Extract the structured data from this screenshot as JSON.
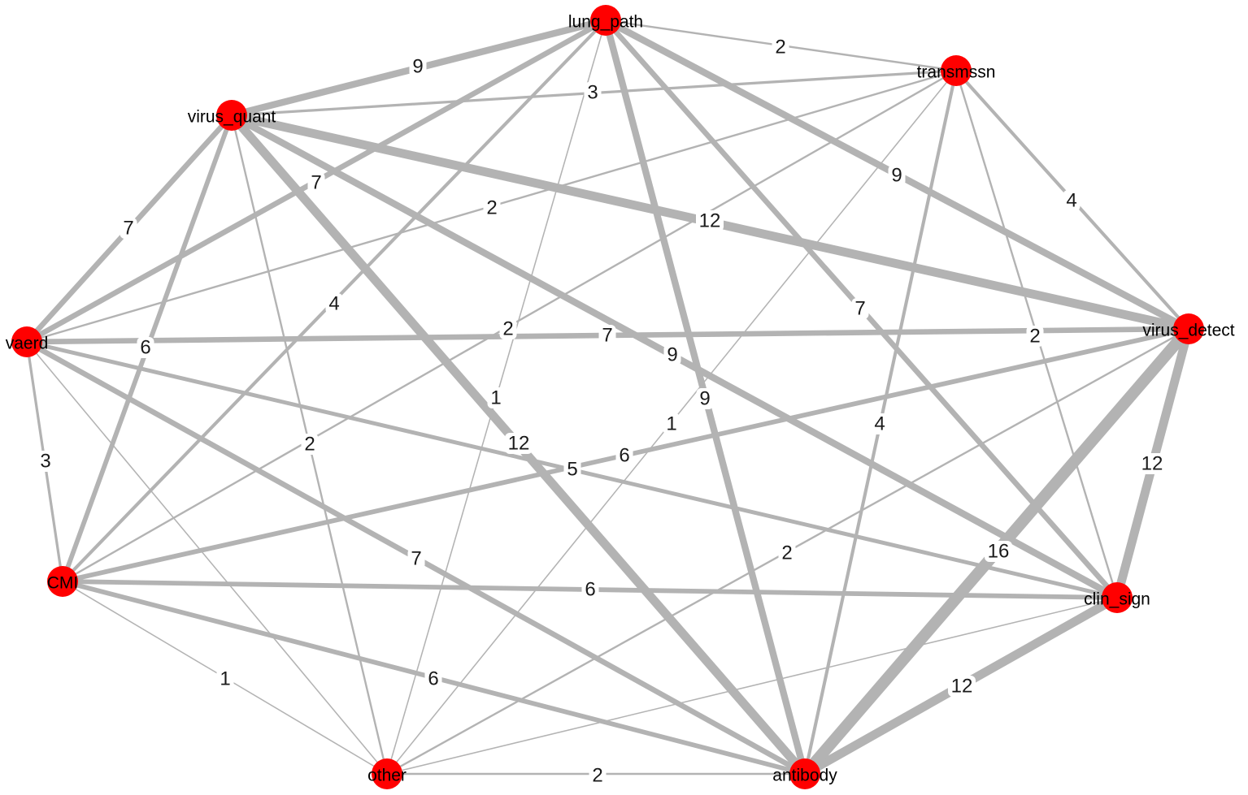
{
  "graph": {
    "edge_color": "#b3b3b3",
    "node_color": "#ff0000",
    "nodes": [
      {
        "id": "lung_path",
        "label": "lung_path"
      },
      {
        "id": "transmssn",
        "label": "transmssn"
      },
      {
        "id": "virus_quant",
        "label": "virus_quant"
      },
      {
        "id": "vaerd",
        "label": "vaerd"
      },
      {
        "id": "CMI",
        "label": "CMI"
      },
      {
        "id": "other",
        "label": "other"
      },
      {
        "id": "antibody",
        "label": "antibody"
      },
      {
        "id": "clin_sign",
        "label": "clin_sign"
      },
      {
        "id": "virus_detect",
        "label": "virus_detect"
      }
    ],
    "edges": [
      {
        "source": "lung_path",
        "target": "transmssn",
        "weight": 2,
        "label": "2"
      },
      {
        "source": "lung_path",
        "target": "virus_quant",
        "weight": 9,
        "label": "9"
      },
      {
        "source": "lung_path",
        "target": "vaerd",
        "weight": 7,
        "label": "7"
      },
      {
        "source": "lung_path",
        "target": "CMI",
        "weight": 4,
        "label": "4"
      },
      {
        "source": "lung_path",
        "target": "other",
        "weight": 1,
        "label": "1"
      },
      {
        "source": "lung_path",
        "target": "antibody",
        "weight": 9,
        "label": "9"
      },
      {
        "source": "lung_path",
        "target": "clin_sign",
        "weight": 7,
        "label": "7"
      },
      {
        "source": "lung_path",
        "target": "virus_detect",
        "weight": 9,
        "label": "9"
      },
      {
        "source": "transmssn",
        "target": "virus_quant",
        "weight": 3,
        "label": "3"
      },
      {
        "source": "transmssn",
        "target": "vaerd",
        "weight": 2,
        "label": "2"
      },
      {
        "source": "transmssn",
        "target": "CMI",
        "weight": 2,
        "label": "2"
      },
      {
        "source": "transmssn",
        "target": "other",
        "weight": 1,
        "label": "1"
      },
      {
        "source": "transmssn",
        "target": "antibody",
        "weight": 4,
        "label": "4"
      },
      {
        "source": "transmssn",
        "target": "clin_sign",
        "weight": 2,
        "label": "2"
      },
      {
        "source": "transmssn",
        "target": "virus_detect",
        "weight": 4,
        "label": "4"
      },
      {
        "source": "virus_quant",
        "target": "vaerd",
        "weight": 7,
        "label": "7"
      },
      {
        "source": "virus_quant",
        "target": "CMI",
        "weight": 6,
        "label": "6"
      },
      {
        "source": "virus_quant",
        "target": "other",
        "weight": 2,
        "label": "2"
      },
      {
        "source": "virus_quant",
        "target": "antibody",
        "weight": 12,
        "label": "12"
      },
      {
        "source": "virus_quant",
        "target": "clin_sign",
        "weight": 9,
        "label": "9"
      },
      {
        "source": "virus_quant",
        "target": "virus_detect",
        "weight": 12,
        "label": "12"
      },
      {
        "source": "vaerd",
        "target": "CMI",
        "weight": 3,
        "label": "3"
      },
      {
        "source": "vaerd",
        "target": "other",
        "weight": 1,
        "label": ""
      },
      {
        "source": "vaerd",
        "target": "antibody",
        "weight": 7,
        "label": "7"
      },
      {
        "source": "vaerd",
        "target": "clin_sign",
        "weight": 5,
        "label": "5"
      },
      {
        "source": "vaerd",
        "target": "virus_detect",
        "weight": 7,
        "label": "7"
      },
      {
        "source": "CMI",
        "target": "other",
        "weight": 1,
        "label": "1"
      },
      {
        "source": "CMI",
        "target": "antibody",
        "weight": 6,
        "label": "6"
      },
      {
        "source": "CMI",
        "target": "clin_sign",
        "weight": 6,
        "label": "6"
      },
      {
        "source": "CMI",
        "target": "virus_detect",
        "weight": 6,
        "label": "6"
      },
      {
        "source": "other",
        "target": "antibody",
        "weight": 2,
        "label": "2"
      },
      {
        "source": "other",
        "target": "clin_sign",
        "weight": 1,
        "label": ""
      },
      {
        "source": "other",
        "target": "virus_detect",
        "weight": 2,
        "label": "2"
      },
      {
        "source": "antibody",
        "target": "clin_sign",
        "weight": 12,
        "label": "12"
      },
      {
        "source": "antibody",
        "target": "virus_detect",
        "weight": 16,
        "label": "16"
      },
      {
        "source": "clin_sign",
        "target": "virus_detect",
        "weight": 12,
        "label": "12"
      }
    ]
  }
}
